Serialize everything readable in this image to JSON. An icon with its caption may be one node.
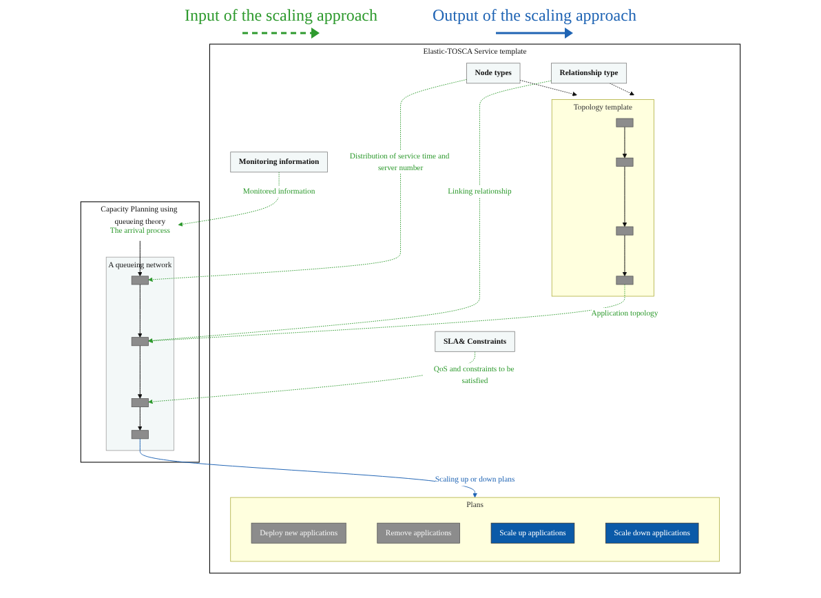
{
  "diagram": {
    "nodes": [
      {
        "text": [
          "Elastic-TOSCA Service template"
        ]
      },
      {
        "text": [
          "Topology template"
        ],
        "in": 0
      },
      {
        "text": [],
        "shape": "box",
        "in": 1
      },
      {
        "text": [],
        "shape": "box",
        "in": 1
      },
      {
        "text": [],
        "shape": "box",
        "in": 1
      },
      {
        "text": [],
        "shape": "box",
        "in": 1
      },
      {
        "text": [
          "Node types"
        ],
        "in": 0
      },
      {
        "text": [
          "Relationship type"
        ],
        "in": 0
      },
      {
        "text": [
          "Plans"
        ],
        "in": 0
      },
      {
        "text": [
          "Deploy new applications"
        ],
        "in": 8
      },
      {
        "text": [
          "Remove applications"
        ],
        "in": 8
      },
      {
        "text": [
          "Scale up applications"
        ],
        "in": 8
      },
      {
        "text": [
          "Scale down applications"
        ],
        "in": 8
      },
      {
        "text": [
          "Monitoring information"
        ],
        "in": 0
      },
      {
        "text": [
          "SLA& Constraints"
        ],
        "in": 0
      },
      {
        "text": [
          "Capacity Planning using queueing theory"
        ]
      },
      {
        "text": [
          "The arrival process"
        ],
        "in": 15
      },
      {
        "text": [
          "A queueing network"
        ],
        "in": 15
      },
      {
        "text": [],
        "shape": "box",
        "in": 17
      },
      {
        "text": [],
        "shape": "box",
        "in": 17
      },
      {
        "text": [],
        "shape": "box",
        "in": 17
      },
      {
        "text": [],
        "shape": "box",
        "in": 17
      }
    ],
    "edges": [
      {
        "from": 2,
        "to": 3,
        "arrow": "to"
      },
      {
        "from": 3,
        "to": 4,
        "arrow": "to"
      },
      {
        "from": 4,
        "to": 5,
        "arrow": "to"
      },
      {
        "from": 6,
        "to": 1,
        "arrow": "to",
        "style": "dashed"
      },
      {
        "from": 7,
        "to": 1,
        "arrow": "to",
        "style": "dashed"
      },
      {
        "from": 16,
        "to": 18,
        "arrow": "to"
      },
      {
        "from": 18,
        "to": 19,
        "arrow": "to"
      },
      {
        "from": 19,
        "to": 20,
        "arrow": "to"
      },
      {
        "from": 20,
        "to": 21,
        "arrow": "to"
      },
      {
        "from": 13,
        "to": 16,
        "arrow": "to",
        "label": "Monitored information",
        "style": "dashed",
        "color": "#2e9a2e"
      },
      {
        "from": 6,
        "to": 18,
        "arrow": "to",
        "label": "Distribution of service time and server number",
        "style": "dashed",
        "color": "#2e9a2e"
      },
      {
        "from": 7,
        "to": 19,
        "arrow": "to",
        "label": "Linking relationship",
        "style": "dashed",
        "color": "#2e9a2e"
      },
      {
        "from": 5,
        "to": 19,
        "arrow": "to",
        "label": "Application topology",
        "style": "dashed",
        "color": "#2e9a2e"
      },
      {
        "from": 14,
        "to": 20,
        "arrow": "to",
        "label": "QoS and constraints to be satisfied",
        "style": "dashed",
        "color": "#2e9a2e"
      },
      {
        "from": 21,
        "to": 8,
        "arrow": "to",
        "label": "Scaling up or down plans",
        "color": "#1f64b4"
      }
    ],
    "legend": [
      {
        "text": "Input of the scaling approach"
      },
      {
        "text": "Output of the scaling approach"
      }
    ]
  }
}
